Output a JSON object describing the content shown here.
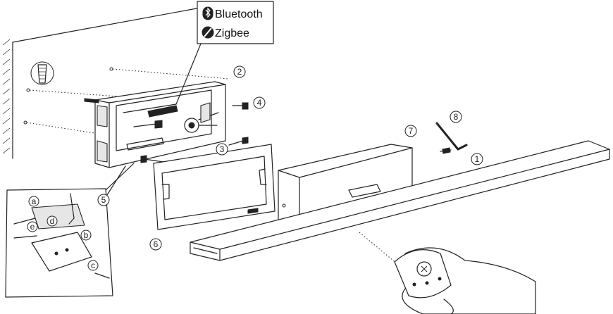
{
  "connectivity": {
    "bluetooth_label": "Bluetooth",
    "zigbee_label": "Zigbee"
  },
  "steps": [
    "1",
    "2",
    "3",
    "4",
    "5",
    "6",
    "7",
    "8"
  ],
  "detail_labels": [
    "a",
    "b",
    "c",
    "d",
    "e"
  ],
  "icons": [
    "bluetooth-icon",
    "zigbee-icon",
    "wall-anchor-icon",
    "allen-key-icon",
    "remote-control-icon"
  ],
  "colors": {
    "line": "#222222",
    "background": "#ffffff"
  }
}
